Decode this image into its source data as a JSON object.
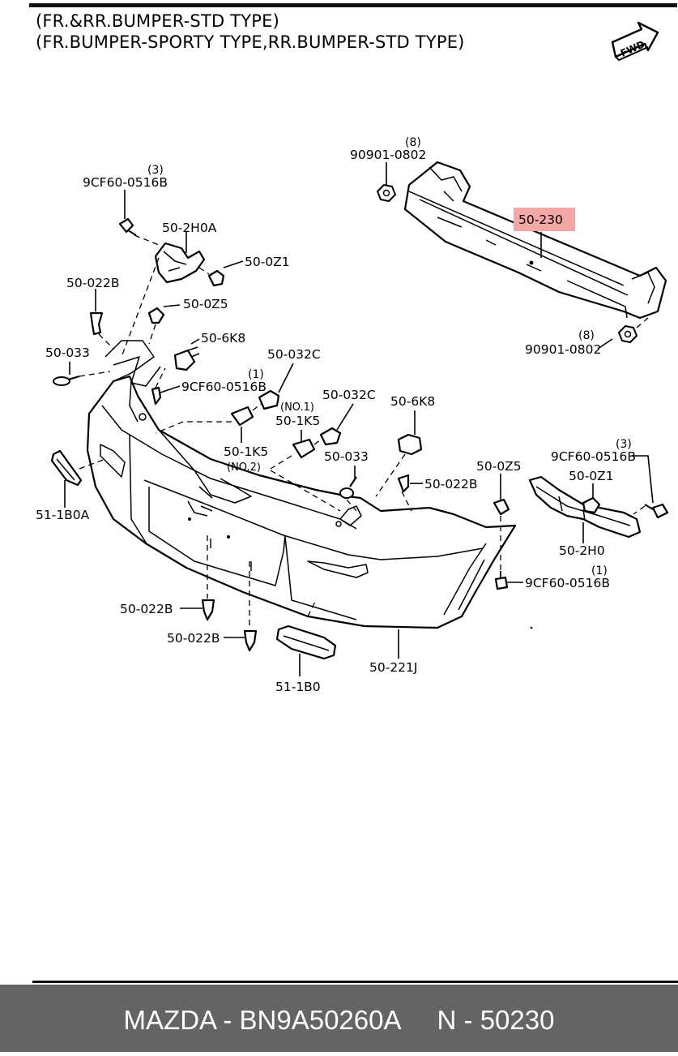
{
  "header": {
    "line1": "(FR.&RR.BUMPER-STD TYPE)",
    "line2": "(FR.BUMPER-SPORTY TYPE,RR.BUMPER-STD TYPE)",
    "fwd_label": "FWD"
  },
  "callouts": {
    "c_9cf60_top": "9CF60-0516B",
    "c_9cf60_top_qty": "(3)",
    "c_50_2h0a": "50-2H0A",
    "c_50_0z1_left": "50-0Z1",
    "c_50_022b_left": "50-022B",
    "c_50_0z5_left": "50-0Z5",
    "c_50_6k8_left": "50-6K8",
    "c_50_033_left": "50-033",
    "c_9cf60_mid": "9CF60-0516B",
    "c_9cf60_mid_qty": "(1)",
    "c_50_032c_top": "50-032C",
    "c_50_032c_mid": "50-032C",
    "c_50_1k5_no1": "50-1K5",
    "c_no1": "(NO.1)",
    "c_50_1k5_no2": "50-1K5",
    "c_no2": "(NO.2)",
    "c_50_6k8_right": "50-6K8",
    "c_50_033_center": "50-033",
    "c_50_022b_center": "50-022B",
    "c_51_1b0a": "51-1B0A",
    "c_90901_top": "90901-0802",
    "c_90901_top_qty": "(8)",
    "c_50_230": "50-230",
    "c_90901_bottom": "90901-0802",
    "c_90901_bottom_qty": "(8)",
    "c_9cf60_right": "9CF60-0516B",
    "c_9cf60_right_qty": "(3)",
    "c_50_0z5_right": "50-0Z5",
    "c_50_0z1_right": "50-0Z1",
    "c_50_2h0": "50-2H0",
    "c_9cf60_bottom_right": "9CF60-0516B",
    "c_9cf60_bottom_right_qty": "(1)",
    "c_50_022b_bottom1": "50-022B",
    "c_50_022b_bottom2": "50-022B",
    "c_51_1b0": "51-1B0",
    "c_50_221j": "50-221J"
  },
  "highlight_color": "#f4a7a7",
  "footer": {
    "text": "MAZDA - BN9A50260A     N - 50230",
    "background": "#646464",
    "color": "#ffffff"
  }
}
